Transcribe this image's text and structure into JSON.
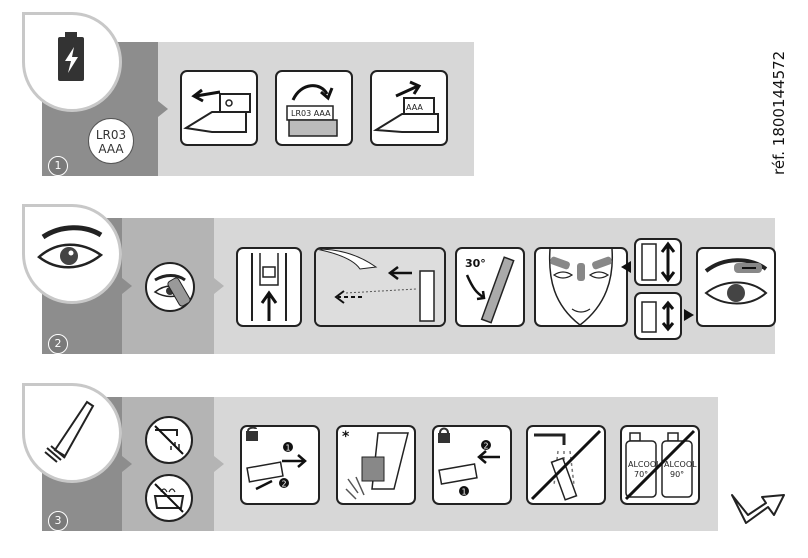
{
  "reference": "réf. 1800144572",
  "section1": {
    "step": "1",
    "battery_badge_line1": "LR03",
    "battery_badge_line2": "AAA",
    "battery_label_a": "LR03 AAA",
    "battery_label_b": "AAA"
  },
  "section2": {
    "step": "2",
    "angle_label": "30°"
  },
  "section3": {
    "step": "3",
    "asterisk": "*",
    "step_marker_1": "1",
    "step_marker_2": "2",
    "bottle1_line1": "ALCOOL",
    "bottle1_line2": "70°",
    "bottle2_line1": "ALCOOL",
    "bottle2_line2": "90°"
  },
  "colors": {
    "band_light": "#d7d7d7",
    "band_dark": "#8d8d8d",
    "band_mid": "#b4b4b4",
    "outline": "#222222"
  },
  "icons": [
    "battery-icon",
    "eye-icon",
    "trimmer-head-icon",
    "no-water-tap-icon",
    "no-bath-icon",
    "next-page-arrow-icon"
  ]
}
